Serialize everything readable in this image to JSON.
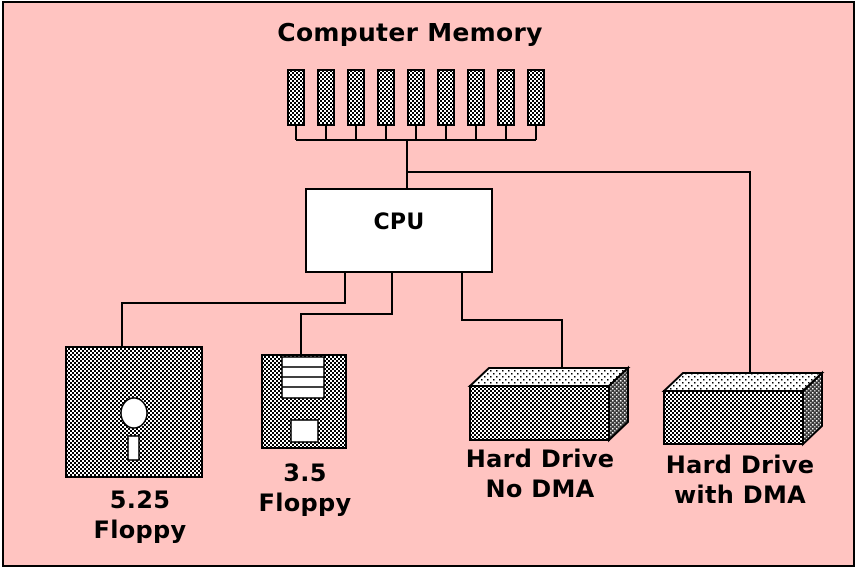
{
  "colors": {
    "background": "#ffc4c1",
    "ink": "#000000",
    "stipple": "#4a4a4a"
  },
  "title": "Computer Memory",
  "memory": {
    "chip_count": 9
  },
  "cpu": {
    "label": "CPU"
  },
  "devices": {
    "floppy_525": {
      "line1": "5.25",
      "line2": "Floppy"
    },
    "floppy_35": {
      "line1": "3.5",
      "line2": "Floppy"
    },
    "hard_drive_no_dma": {
      "line1": "Hard Drive",
      "line2": "No DMA"
    },
    "hard_drive_dma": {
      "line1": "Hard Drive",
      "line2": "with DMA"
    }
  }
}
